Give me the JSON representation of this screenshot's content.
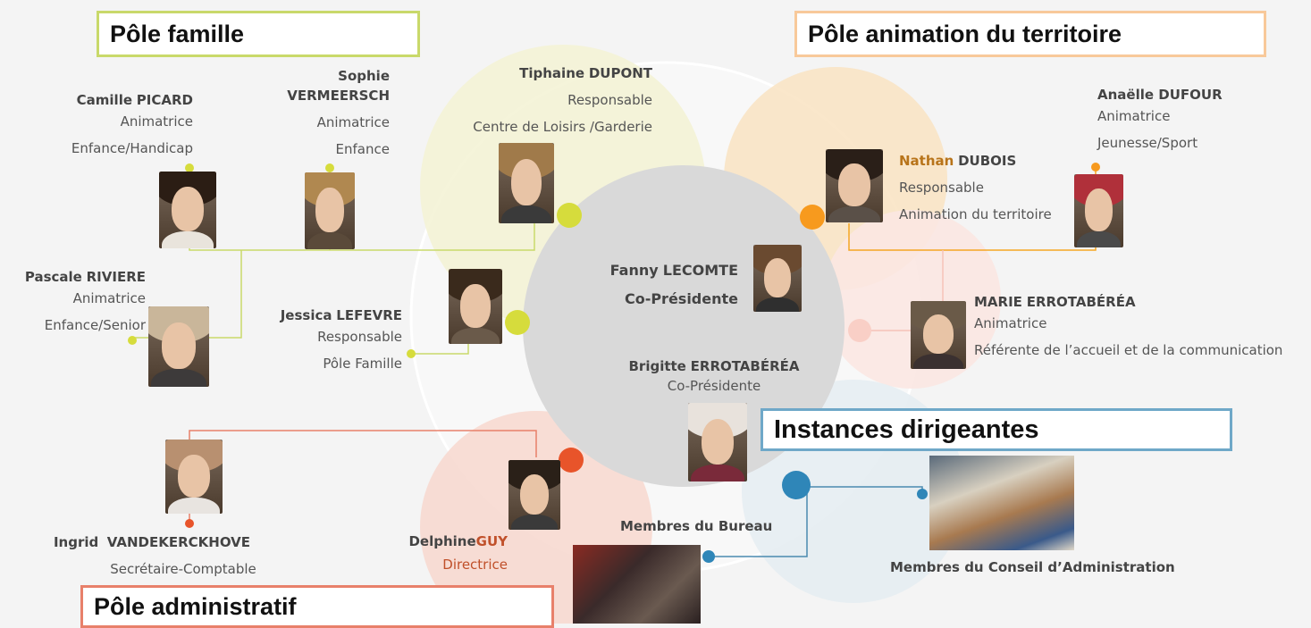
{
  "poles": {
    "famille": "Pôle famille",
    "animation": "Pôle animation du territoire",
    "instances": "Instances dirigeantes",
    "administratif": "Pôle administratif"
  },
  "people": {
    "camille": {
      "first": "Camille",
      "last": "PICARD",
      "role": "Animatrice",
      "detail": "Enfance/Handicap"
    },
    "sophie": {
      "first": "Sophie",
      "last": "VERMEERSCH",
      "role": "Animatrice",
      "detail": "Enfance"
    },
    "tiphaine": {
      "first": "Tiphaine",
      "last": "DUPONT",
      "role": "Responsable",
      "detail": "Centre de Loisirs /Garderie"
    },
    "pascale": {
      "first": "Pascale",
      "last": "RIVIERE",
      "role": "Animatrice",
      "detail": "Enfance/Senior"
    },
    "jessica": {
      "first": "Jessica",
      "last": "LEFEVRE",
      "role": "Responsable",
      "detail": "Pôle Famille"
    },
    "fanny": {
      "first": "Fanny",
      "last": "LECOMTE",
      "role": "Co-Présidente"
    },
    "brigitte": {
      "first": "Brigitte",
      "last": "ERROTABÉRÉA",
      "role": "Co-Présidente"
    },
    "nathan": {
      "first": "Nathan",
      "last": "DUBOIS",
      "role": "Responsable",
      "detail": "Animation du territoire"
    },
    "anaelle": {
      "first": "Anaëlle",
      "last": "DUFOUR",
      "role": "Animatrice",
      "detail": "Jeunesse/Sport"
    },
    "marie": {
      "first": "MARIE",
      "last": "ERROTABÉRÉA",
      "role": "Animatrice",
      "detail": "Référente de l’accueil et de la communication"
    },
    "ingrid": {
      "first": "Ingrid",
      "last": "VANDEKERCKHOVE",
      "role": "Secrétaire-Comptable"
    },
    "delphine": {
      "first": "Delphine",
      "last": "GUY",
      "role": "Directrice"
    }
  },
  "groups": {
    "bureau": "Membres du Bureau",
    "conseil": "Membres du Conseil d’Administration"
  },
  "colors": {
    "famille": "#c9d96a",
    "animation": "#f5a623",
    "instances": "#6fa8c8",
    "administratif": "#e8806a",
    "communication": "#f6c2b8",
    "center": "#d9d9d9"
  }
}
